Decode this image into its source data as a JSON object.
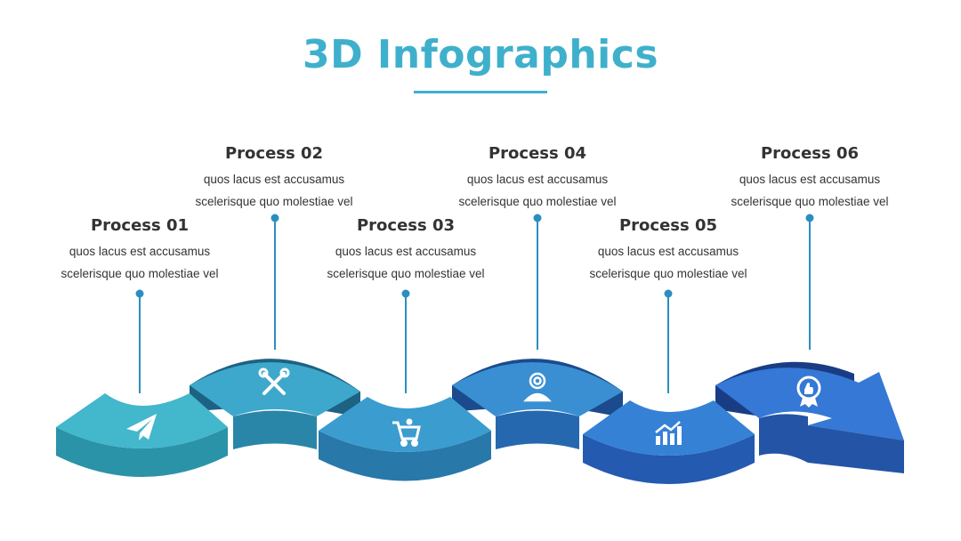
{
  "title": "3D Infographics",
  "steps": [
    {
      "title": "Process 01",
      "desc1": "quos lacus est accusamus",
      "desc2": "scelerisque quo molestiae vel",
      "icon": "paper-plane-icon"
    },
    {
      "title": "Process 02",
      "desc1": "quos lacus est accusamus",
      "desc2": "scelerisque quo molestiae vel",
      "icon": "tools-icon"
    },
    {
      "title": "Process 03",
      "desc1": "quos lacus est accusamus",
      "desc2": "scelerisque quo molestiae vel",
      "icon": "cart-icon"
    },
    {
      "title": "Process 04",
      "desc1": "quos lacus est accusamus",
      "desc2": "scelerisque quo molestiae vel",
      "icon": "target-person-icon"
    },
    {
      "title": "Process 05",
      "desc1": "quos lacus est accusamus",
      "desc2": "scelerisque quo molestiae vel",
      "icon": "growth-chart-icon"
    },
    {
      "title": "Process 06",
      "desc1": "quos lacus est accusamus",
      "desc2": "scelerisque quo molestiae vel",
      "icon": "award-thumbs-up-icon"
    }
  ],
  "colors": {
    "title": "#3fb0cc",
    "text": "#333333",
    "connector": "#2a8fbf",
    "segments_top": [
      "#43b7cc",
      "#3ea8cc",
      "#3b9ccf",
      "#3a8fd3",
      "#3581d6",
      "#3578d6"
    ],
    "segments_side": [
      "#2b93a8",
      "#2a86a8",
      "#2878aa",
      "#2668b0",
      "#245ab0",
      "#2454a6"
    ],
    "segments_dark": [
      "#1e6b80",
      "#1d6282",
      "#1c5685",
      "#1b4b8c",
      "#1a428c",
      "#193d85"
    ]
  }
}
